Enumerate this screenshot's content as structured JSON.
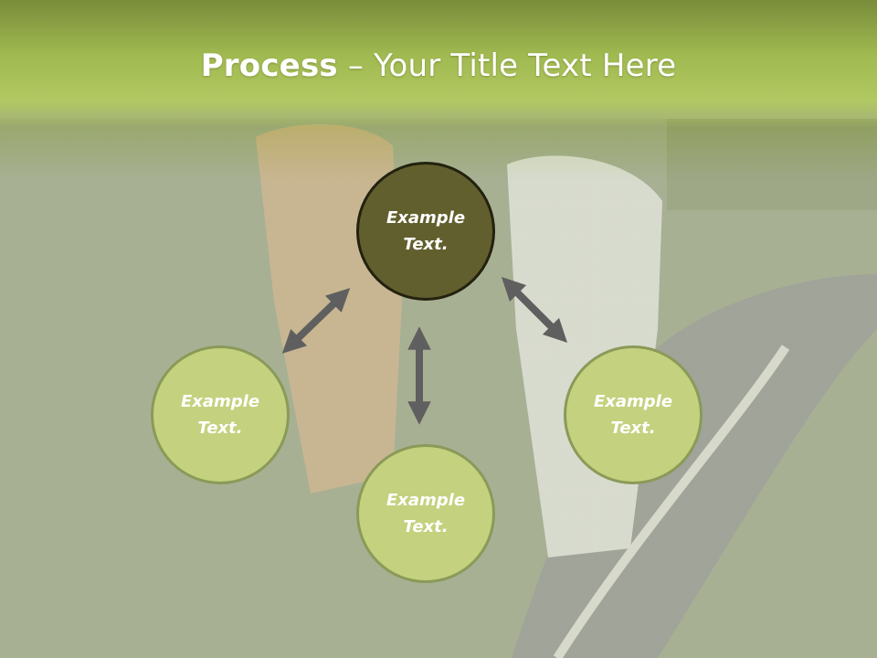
{
  "title": {
    "bold": "Process",
    "rest": " – Your Title Text Here"
  },
  "nodes": {
    "top": {
      "line1": "Example",
      "line2": "Text."
    },
    "left": {
      "line1": "Example",
      "line2": "Text."
    },
    "right": {
      "line1": "Example",
      "line2": "Text."
    },
    "bottom": {
      "line1": "Example",
      "line2": "Text."
    }
  },
  "colors": {
    "header_green": "#a8c05a",
    "primary_circle": "#625f2e",
    "secondary_circle": "#c4d17e",
    "arrow": "#5f5f5f",
    "text": "#ffffff"
  },
  "icons": {
    "arrows": "double-headed-arrow"
  }
}
